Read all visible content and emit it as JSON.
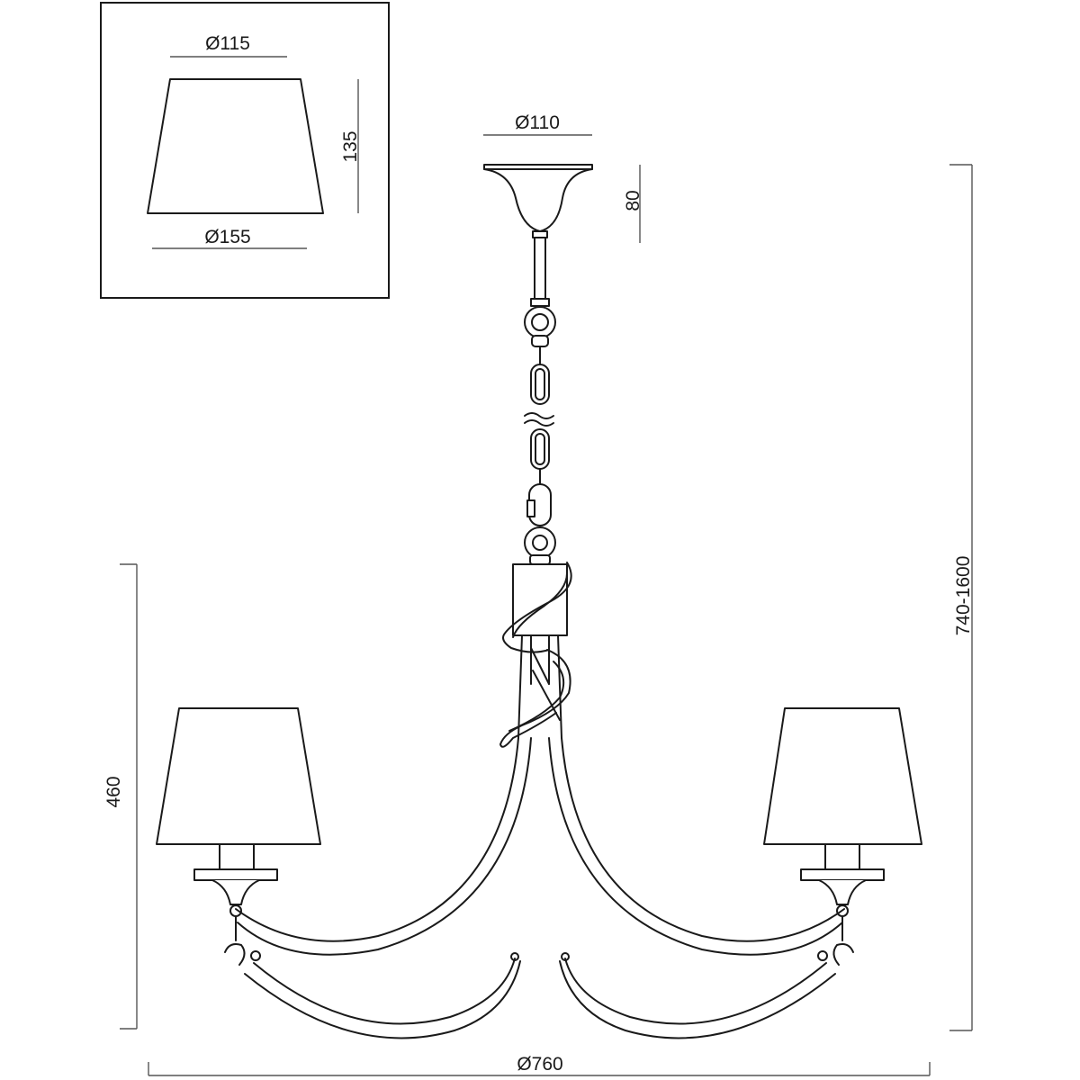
{
  "inset": {
    "shade_top_diameter": "Ø115",
    "shade_height": "135",
    "shade_bottom_diameter": "Ø155"
  },
  "canopy": {
    "diameter": "Ø110",
    "height": "80"
  },
  "overall": {
    "height_range": "740-1600",
    "body_height": "460",
    "width_diameter": "Ø760"
  },
  "colors": {
    "line": "#1a1a1a",
    "dimension": "#555555",
    "background": "#ffffff"
  }
}
